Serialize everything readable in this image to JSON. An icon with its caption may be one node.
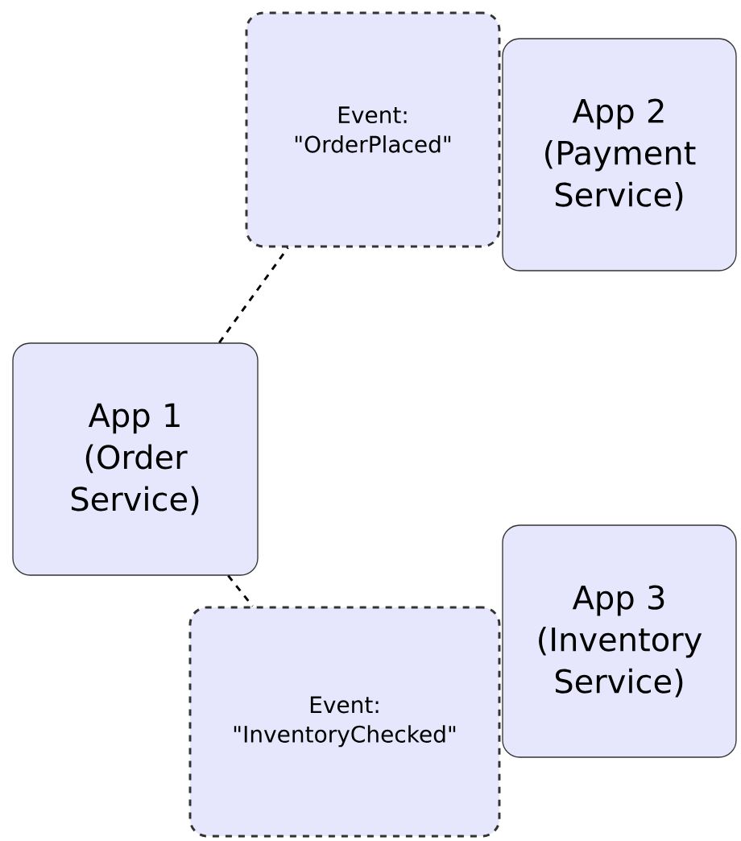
{
  "diagram": {
    "nodes": [
      {
        "text": [
          "App 1 (Order Service)"
        ]
      },
      {
        "text": [
          "Event: \"OrderPlaced\""
        ]
      },
      {
        "text": [
          "App 2 (Payment Service)"
        ]
      },
      {
        "text": [
          "App 3 (Inventory Service)"
        ]
      },
      {
        "text": [
          "Event: \"InventoryChecked\""
        ]
      }
    ],
    "edges": [
      {
        "from": 0,
        "to": 1,
        "arrow": "none",
        "style": "dashed"
      },
      {
        "from": 0,
        "to": 4,
        "arrow": "none",
        "style": "dashed"
      }
    ]
  }
}
